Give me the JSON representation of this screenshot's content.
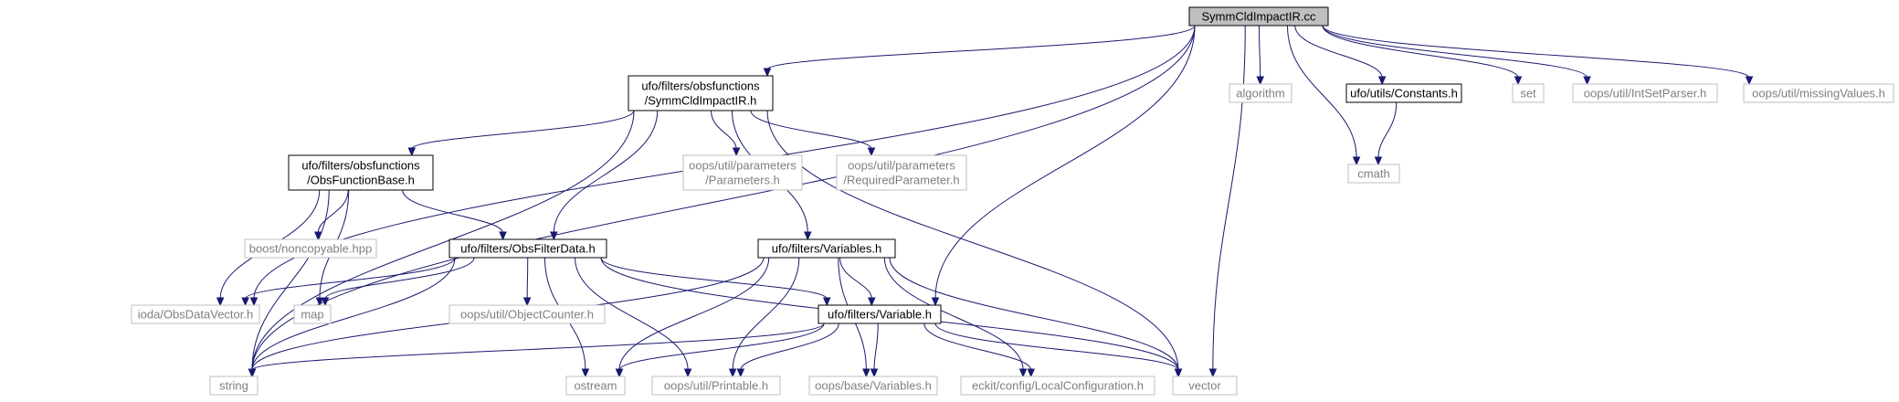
{
  "colors": {
    "edge": "#191970",
    "root_fill": "#bfbfbf",
    "main_border": "#000000",
    "external_border": "#bfbfbf",
    "external_text": "#7f7f7f"
  },
  "nodes": [
    {
      "id": "root",
      "kind": "root",
      "lines": [
        "SymmCldImpactIR.cc"
      ]
    },
    {
      "id": "symmh",
      "kind": "main",
      "lines": [
        "ufo/filters/obsfunctions",
        "/SymmCldImpactIR.h"
      ]
    },
    {
      "id": "algorithm",
      "kind": "ext",
      "lines": [
        "algorithm"
      ]
    },
    {
      "id": "constants",
      "kind": "main",
      "lines": [
        "ufo/utils/Constants.h"
      ]
    },
    {
      "id": "set",
      "kind": "ext",
      "lines": [
        "set"
      ]
    },
    {
      "id": "intset",
      "kind": "ext",
      "lines": [
        "oops/util/IntSetParser.h"
      ]
    },
    {
      "id": "missing",
      "kind": "ext",
      "lines": [
        "oops/util/missingValues.h"
      ]
    },
    {
      "id": "cmath",
      "kind": "ext",
      "lines": [
        "cmath"
      ]
    },
    {
      "id": "parameters",
      "kind": "ext",
      "lines": [
        "oops/util/parameters",
        "/Parameters.h"
      ]
    },
    {
      "id": "reqparam",
      "kind": "ext",
      "lines": [
        "oops/util/parameters",
        "/RequiredParameter.h"
      ]
    },
    {
      "id": "obsfuncbase",
      "kind": "main",
      "lines": [
        "ufo/filters/obsfunctions",
        "/ObsFunctionBase.h"
      ]
    },
    {
      "id": "noncopyable",
      "kind": "ext",
      "lines": [
        "boost/noncopyable.hpp"
      ]
    },
    {
      "id": "obsfilterdata",
      "kind": "main",
      "lines": [
        "ufo/filters/ObsFilterData.h"
      ]
    },
    {
      "id": "variables",
      "kind": "main",
      "lines": [
        "ufo/filters/Variables.h"
      ]
    },
    {
      "id": "obsdatavector",
      "kind": "ext",
      "lines": [
        "ioda/ObsDataVector.h"
      ]
    },
    {
      "id": "map",
      "kind": "ext",
      "lines": [
        "map"
      ]
    },
    {
      "id": "objectcounter",
      "kind": "ext",
      "lines": [
        "oops/util/ObjectCounter.h"
      ]
    },
    {
      "id": "variable",
      "kind": "main",
      "lines": [
        "ufo/filters/Variable.h"
      ]
    },
    {
      "id": "string",
      "kind": "ext",
      "lines": [
        "string"
      ]
    },
    {
      "id": "ostream",
      "kind": "ext",
      "lines": [
        "ostream"
      ]
    },
    {
      "id": "printable",
      "kind": "ext",
      "lines": [
        "oops/util/Printable.h"
      ]
    },
    {
      "id": "basevariables",
      "kind": "ext",
      "lines": [
        "oops/base/Variables.h"
      ]
    },
    {
      "id": "localconfig",
      "kind": "ext",
      "lines": [
        "eckit/config/LocalConfiguration.h"
      ]
    },
    {
      "id": "vector",
      "kind": "ext",
      "lines": [
        "vector"
      ]
    }
  ],
  "edges": [
    [
      "root",
      "symmh"
    ],
    [
      "root",
      "algorithm"
    ],
    [
      "root",
      "constants"
    ],
    [
      "root",
      "set"
    ],
    [
      "root",
      "intset"
    ],
    [
      "root",
      "missing"
    ],
    [
      "root",
      "cmath"
    ],
    [
      "root",
      "string"
    ],
    [
      "root",
      "obsdatavector"
    ],
    [
      "root",
      "variable"
    ],
    [
      "root",
      "vector"
    ],
    [
      "constants",
      "cmath"
    ],
    [
      "symmh",
      "parameters"
    ],
    [
      "symmh",
      "reqparam"
    ],
    [
      "symmh",
      "obsfuncbase"
    ],
    [
      "symmh",
      "obsfilterdata"
    ],
    [
      "symmh",
      "variables"
    ],
    [
      "symmh",
      "string"
    ],
    [
      "symmh",
      "vector"
    ],
    [
      "obsfuncbase",
      "noncopyable"
    ],
    [
      "obsfuncbase",
      "obsfilterdata"
    ],
    [
      "obsfuncbase",
      "obsdatavector"
    ],
    [
      "obsfuncbase",
      "map"
    ],
    [
      "obsfuncbase",
      "string"
    ],
    [
      "obsfilterdata",
      "obsdatavector"
    ],
    [
      "obsfilterdata",
      "map"
    ],
    [
      "obsfilterdata",
      "objectcounter"
    ],
    [
      "obsfilterdata",
      "variable"
    ],
    [
      "obsfilterdata",
      "string"
    ],
    [
      "obsfilterdata",
      "ostream"
    ],
    [
      "obsfilterdata",
      "printable"
    ],
    [
      "obsfilterdata",
      "vector"
    ],
    [
      "variables",
      "variable"
    ],
    [
      "variables",
      "string"
    ],
    [
      "variables",
      "ostream"
    ],
    [
      "variables",
      "printable"
    ],
    [
      "variables",
      "basevariables"
    ],
    [
      "variables",
      "localconfig"
    ],
    [
      "variables",
      "vector"
    ],
    [
      "variable",
      "string"
    ],
    [
      "variable",
      "ostream"
    ],
    [
      "variable",
      "printable"
    ],
    [
      "variable",
      "basevariables"
    ],
    [
      "variable",
      "localconfig"
    ],
    [
      "variable",
      "vector"
    ]
  ]
}
